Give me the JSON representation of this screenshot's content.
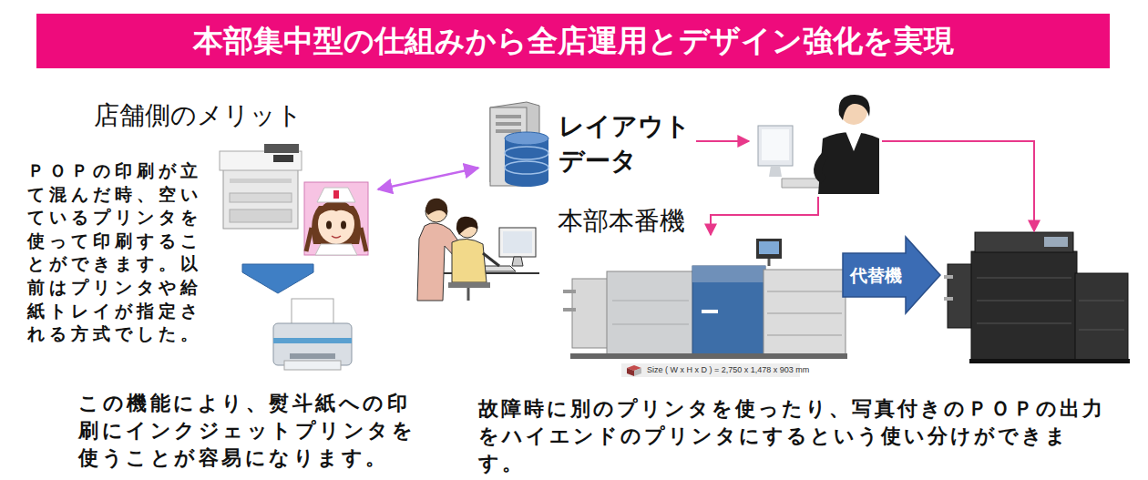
{
  "diagram": {
    "title": "本部集中型の仕組みから全店運用とデザイン強化を実現",
    "nodes": [
      {
        "text": [
          "店舗側のメリット",
          "ＰＯＰの印刷が立て混んだ時、空いているプリンタを使って印刷することができます。以前はプリンタや給紙トレイが指定される方式でした。"
        ]
      },
      {
        "text": [
          "レイアウトデータ"
        ]
      }
    ],
    "edges": [
      {
        "from": 1,
        "to": 0,
        "arrow": "both"
      }
    ],
    "labels": [
      "本部本番機",
      "代替機",
      "Size ( W x H x D ) = 2,750 x 1,478 x 903 mm",
      "この機能により、熨斗紙への印刷にインクジェットプリンタを使うことが容易になります。",
      "故障時に別のプリンタを使ったり、写真付きのＰＯＰの出力をハイエンドのプリンタにするという使い分けができます。"
    ]
  }
}
